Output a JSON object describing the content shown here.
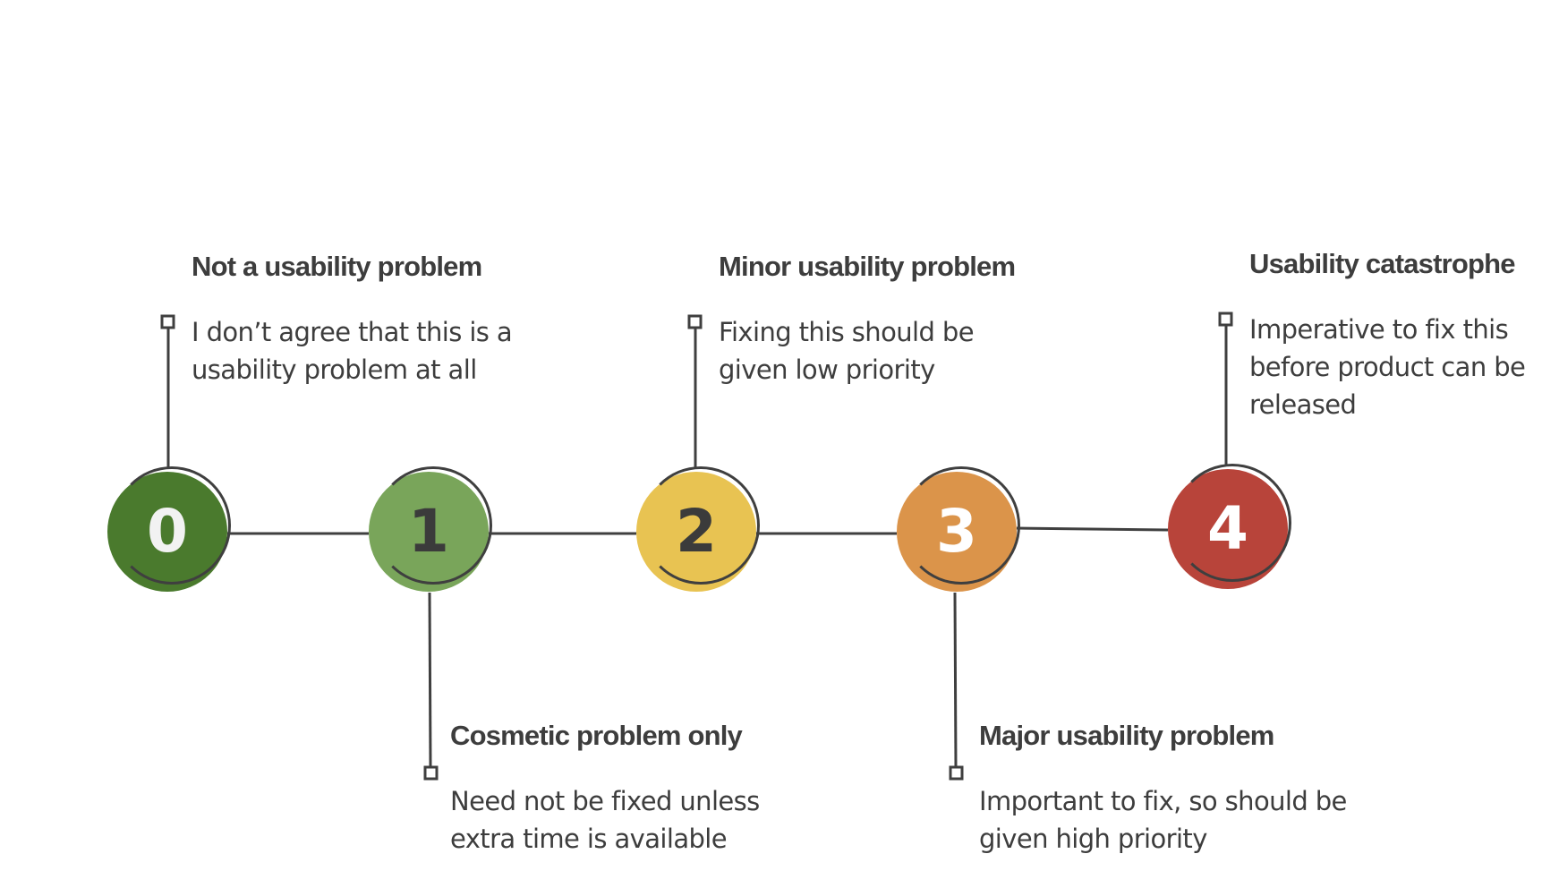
{
  "colors": {
    "line": "#3f3f3f",
    "text": "#3d3d3d"
  },
  "steps": [
    {
      "number": "0",
      "title": "Not a usability problem",
      "description_lines": [
        "I don’t agree that this is a",
        "usability problem at all"
      ],
      "fill": "#4a7a2d",
      "number_color": "#f2f2f2"
    },
    {
      "number": "1",
      "title": "Cosmetic problem only",
      "description_lines": [
        "Need not be fixed unless",
        "extra time is available"
      ],
      "fill": "#79a55a",
      "number_color": "#3b3b3b"
    },
    {
      "number": "2",
      "title": "Minor usability problem",
      "description_lines": [
        "Fixing this should be",
        "given low priority"
      ],
      "fill": "#e8c352",
      "number_color": "#3b3b3b"
    },
    {
      "number": "3",
      "title": "Major usability problem",
      "description_lines": [
        "Important to fix, so should be",
        "given high priority"
      ],
      "fill": "#db944a",
      "number_color": "#ffffff"
    },
    {
      "number": "4",
      "title": "Usability catastrophe",
      "description_lines": [
        "Imperative to fix this",
        "before product can be",
        "released"
      ],
      "fill": "#b8443a",
      "number_color": "#ffffff"
    }
  ]
}
